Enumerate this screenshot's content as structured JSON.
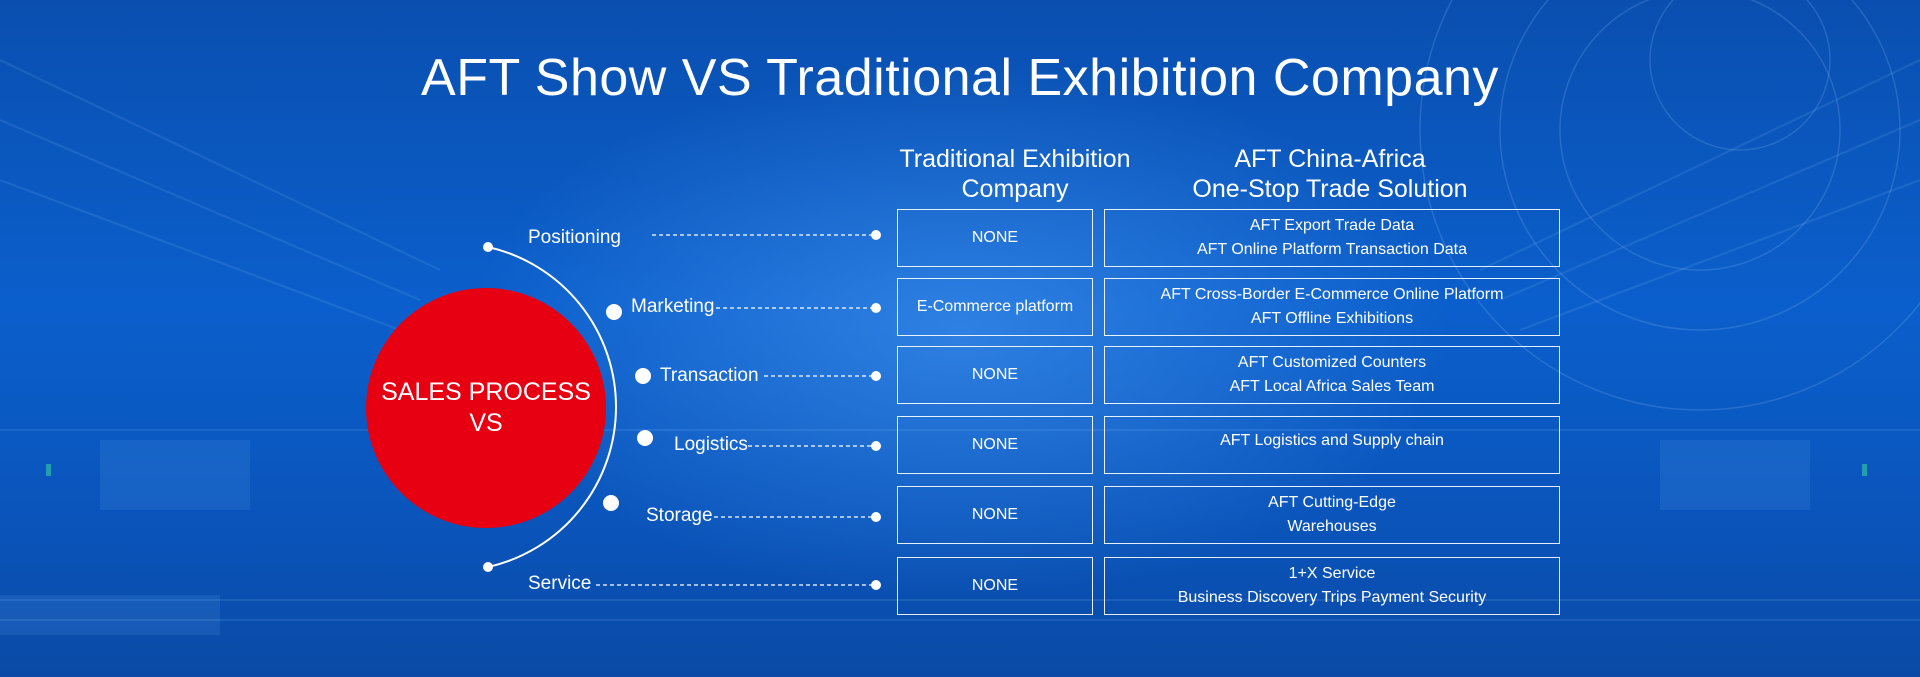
{
  "title": "AFT Show VS Traditional Exhibition Company",
  "columns": {
    "traditional": [
      "Traditional Exhibition",
      "Company"
    ],
    "aft": [
      "AFT China-Africa",
      "One-Stop Trade Solution"
    ]
  },
  "center": {
    "line1": "SALES PROCESS",
    "line2": "VS",
    "color": "#e60012"
  },
  "rows": [
    {
      "stage": "Positioning",
      "traditional": "NONE",
      "aft": [
        "AFT Export Trade Data",
        "AFT Online Platform Transaction Data"
      ]
    },
    {
      "stage": "Marketing",
      "traditional": "E-Commerce platform",
      "aft": [
        "AFT Cross-Border E-Commerce Online Platform",
        "AFT Offline Exhibitions"
      ]
    },
    {
      "stage": "Transaction",
      "traditional": "NONE",
      "aft": [
        "AFT Customized Counters",
        "AFT Local Africa Sales Team"
      ]
    },
    {
      "stage": "Logistics",
      "traditional": "NONE",
      "aft": [
        "AFT Logistics and Supply chain"
      ]
    },
    {
      "stage": "Storage",
      "traditional": "NONE",
      "aft": [
        "AFT Cutting-Edge",
        "Warehouses"
      ]
    },
    {
      "stage": "Service",
      "traditional": "NONE",
      "aft": [
        "1+X Service",
        "Business Discovery Trips Payment Security"
      ]
    }
  ]
}
